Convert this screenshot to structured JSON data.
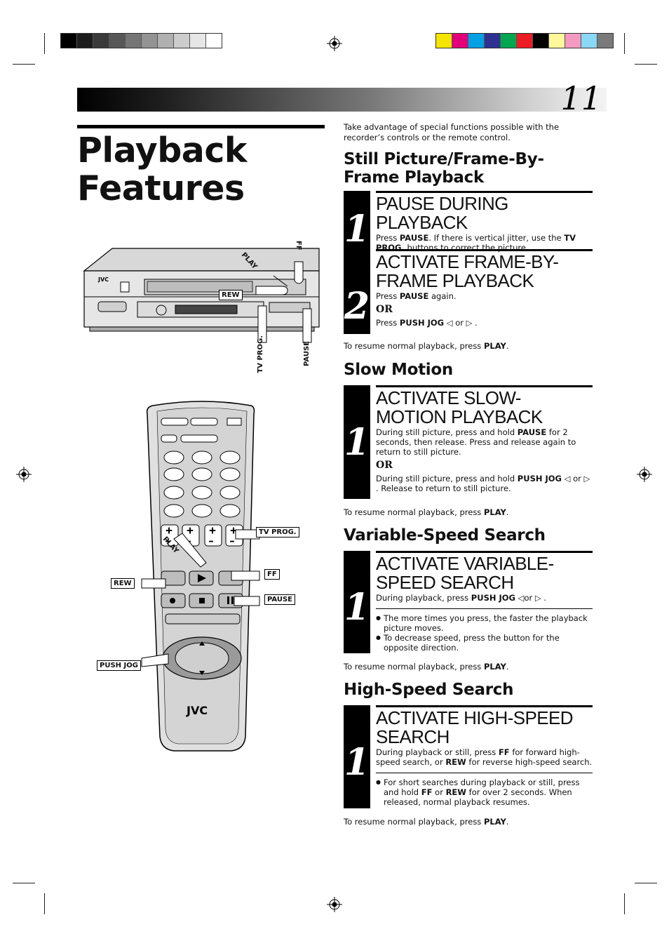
{
  "page_number": "11",
  "title_line1": "Playback",
  "title_line2": "Features",
  "color_bars": {
    "gray": [
      "#000000",
      "#1c1c1c",
      "#3a3a3a",
      "#575757",
      "#757575",
      "#939393",
      "#b0b0b0",
      "#cccccc",
      "#e6e6e6",
      "#ffffff"
    ],
    "process": [
      "#f4e400",
      "#e2007a",
      "#00a0e3",
      "#2e3192",
      "#00a650",
      "#ed1c24",
      "#000000",
      "#fff89a",
      "#f49ac1",
      "#8ad8f6",
      "#7a7a7a"
    ]
  },
  "intro": "Take advantage of special functions possible with the recorder’s controls or the remote control.",
  "sections": {
    "still": {
      "heading": "Still Picture/Frame-By-Frame Playback",
      "step1_num": "1",
      "step1_title": "PAUSE DURING PLAYBACK",
      "step1_body_a": "Press ",
      "step1_body_b": "PAUSE",
      "step1_body_c": ". If there is vertical jitter, use the ",
      "step1_body_d": "TV PROG.",
      "step1_body_e": " buttons to correct the picture.",
      "step2_num": "2",
      "step2_title": "ACTIVATE FRAME-BY-FRAME PLAYBACK",
      "step2_body_a": "Press ",
      "step2_body_b": "PAUSE",
      "step2_body_c": " again.",
      "step2_or": "OR",
      "step2_body_d": "Press ",
      "step2_body_e": "PUSH JOG",
      "step2_body_f": " ◁ or ▷ .",
      "resume_a": "To resume normal playback, press ",
      "resume_b": "PLAY",
      "resume_c": "."
    },
    "slow": {
      "heading": "Slow Motion",
      "step_num": "1",
      "step_title": "ACTIVATE SLOW-MOTION PLAYBACK",
      "body_a": "During still picture, press and hold ",
      "body_b": "PAUSE",
      "body_c": " for 2 seconds, then release. Press and release again to return to still picture.",
      "or": "OR",
      "body_d": "During still picture, press and hold ",
      "body_e": "PUSH JOG",
      "body_f": " ◁ or ▷ . Release to return to still picture.",
      "resume_a": "To resume normal playback, press ",
      "resume_b": "PLAY",
      "resume_c": "."
    },
    "variable": {
      "heading": "Variable-Speed Search",
      "step_num": "1",
      "step_title": "ACTIVATE VARIABLE-SPEED SEARCH",
      "body_a": "During playback, press ",
      "body_b": "PUSH JOG",
      "body_c": " ◁or ▷ .",
      "bullet1": "The more times you press, the faster the playback picture moves.",
      "bullet2": "To decrease speed, press the button for the opposite direction.",
      "resume_a": "To resume normal playback, press ",
      "resume_b": "PLAY",
      "resume_c": "."
    },
    "high": {
      "heading": "High-Speed Search",
      "step_num": "1",
      "step_title": "ACTIVATE HIGH-SPEED SEARCH",
      "body_a": "During playback or still, press ",
      "body_b": "FF",
      "body_c": " for forward high-speed search, or ",
      "body_d": "REW",
      "body_e": " for reverse high-speed search.",
      "bullet_a": "For short searches during playback or still, press and hold ",
      "bullet_b": "FF",
      "bullet_c": " or ",
      "bullet_d": "REW",
      "bullet_e": " for over 2 seconds. When released, normal playback resumes.",
      "resume_a": "To resume normal playback, press ",
      "resume_b": "PLAY",
      "resume_c": "."
    }
  },
  "vcr_labels": {
    "brand": "JVC",
    "play": "PLAY",
    "ff": "FF",
    "rew": "REW",
    "tv_prog": "TV PROG.",
    "pause": "PAUSE"
  },
  "remote_labels": {
    "brand": "JVC",
    "tv_prog": "TV PROG.",
    "play": "PLAY",
    "ff": "FF",
    "rew": "REW",
    "pause": "PAUSE",
    "push_jog": "PUSH JOG"
  }
}
